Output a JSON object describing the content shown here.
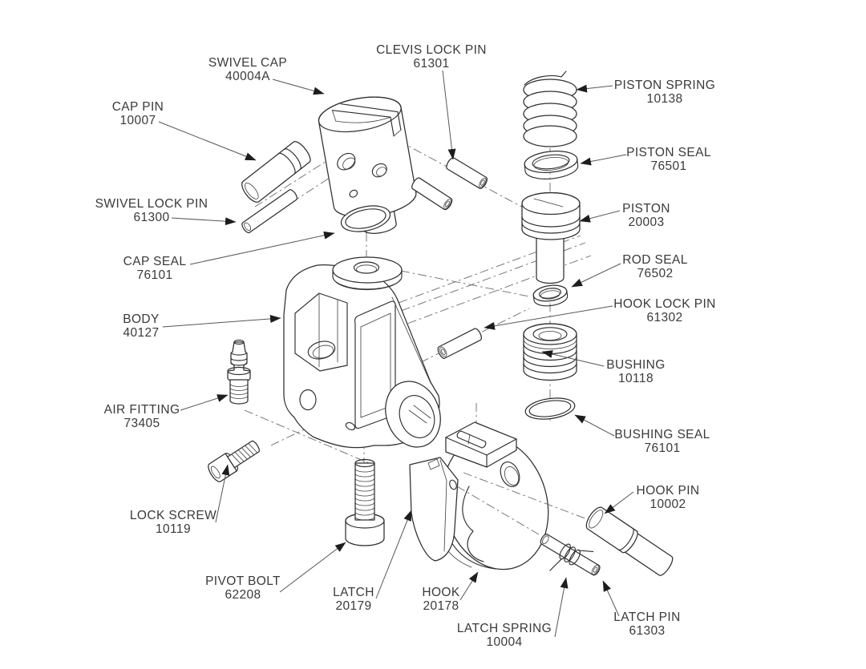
{
  "diagram": {
    "kind": "exploded-parts-diagram",
    "subject": "air-release swivel hook assembly",
    "background_color": "#ffffff",
    "line_color": "#2e2e2e",
    "label_color": "#3a3a3a",
    "leader_color": "#565656",
    "centerline_color": "#6b6b6b",
    "parts": [
      {
        "id": "swivel-cap",
        "name": "SWIVEL CAP",
        "number": "40004A"
      },
      {
        "id": "clevis-lock-pin",
        "name": "CLEVIS LOCK PIN",
        "number": "61301"
      },
      {
        "id": "cap-pin",
        "name": "CAP PIN",
        "number": "10007"
      },
      {
        "id": "piston-spring",
        "name": "PISTON SPRING",
        "number": "10138"
      },
      {
        "id": "piston-seal",
        "name": "PISTON SEAL",
        "number": "76501"
      },
      {
        "id": "swivel-lock-pin",
        "name": "SWIVEL LOCK PIN",
        "number": "61300"
      },
      {
        "id": "piston",
        "name": "PISTON",
        "number": "20003"
      },
      {
        "id": "cap-seal",
        "name": "CAP SEAL",
        "number": "76101"
      },
      {
        "id": "rod-seal",
        "name": "ROD SEAL",
        "number": "76502"
      },
      {
        "id": "hook-lock-pin",
        "name": "HOOK LOCK PIN",
        "number": "61302"
      },
      {
        "id": "body",
        "name": "BODY",
        "number": "40127"
      },
      {
        "id": "bushing",
        "name": "BUSHING",
        "number": "10118"
      },
      {
        "id": "air-fitting",
        "name": "AIR FITTING",
        "number": "73405"
      },
      {
        "id": "bushing-seal",
        "name": "BUSHING SEAL",
        "number": "76101"
      },
      {
        "id": "lock-screw",
        "name": "LOCK SCREW",
        "number": "10119"
      },
      {
        "id": "hook-pin",
        "name": "HOOK PIN",
        "number": "10002"
      },
      {
        "id": "pivot-bolt",
        "name": "PIVOT BOLT",
        "number": "62208"
      },
      {
        "id": "latch",
        "name": "LATCH",
        "number": "20179"
      },
      {
        "id": "hook",
        "name": "HOOK",
        "number": "20178"
      },
      {
        "id": "latch-spring",
        "name": "LATCH SPRING",
        "number": "10004"
      },
      {
        "id": "latch-pin",
        "name": "LATCH PIN",
        "number": "61303"
      }
    ]
  }
}
